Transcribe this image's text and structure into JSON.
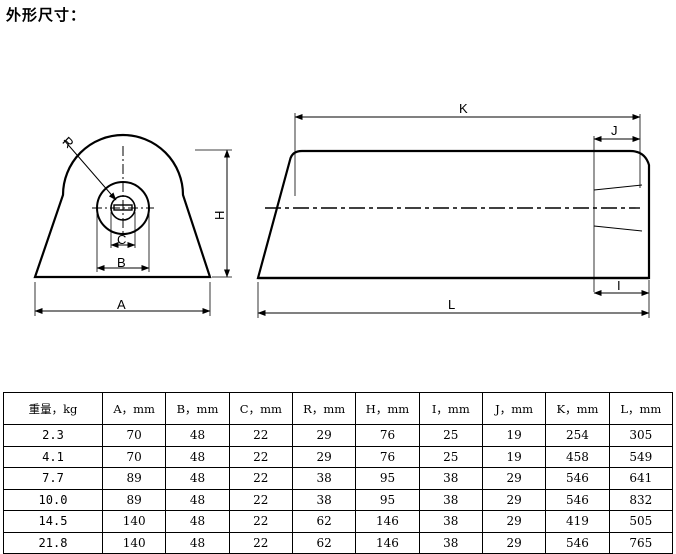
{
  "title": "外形尺寸：",
  "labels": {
    "R": "R",
    "C": "C",
    "B": "B",
    "A": "A",
    "H": "H",
    "K": "K",
    "J": "J",
    "I": "I",
    "L": "L"
  },
  "table": {
    "headers": [
      "重量，kg",
      "A，mm",
      "B，mm",
      "C，mm",
      "R，mm",
      "H，mm",
      "I，mm",
      "J，mm",
      "K，mm",
      "L，mm"
    ],
    "rows": [
      [
        "2.3",
        "70",
        "48",
        "22",
        "29",
        "76",
        "25",
        "19",
        "254",
        "305"
      ],
      [
        "4.1",
        "70",
        "48",
        "22",
        "29",
        "76",
        "25",
        "19",
        "458",
        "549"
      ],
      [
        "7.7",
        "89",
        "48",
        "22",
        "38",
        "95",
        "38",
        "29",
        "546",
        "641"
      ],
      [
        "10.0",
        "89",
        "48",
        "22",
        "38",
        "95",
        "38",
        "29",
        "546",
        "832"
      ],
      [
        "14.5",
        "140",
        "48",
        "22",
        "62",
        "146",
        "38",
        "29",
        "419",
        "505"
      ],
      [
        "21.8",
        "140",
        "48",
        "22",
        "62",
        "146",
        "38",
        "29",
        "546",
        "765"
      ]
    ]
  }
}
